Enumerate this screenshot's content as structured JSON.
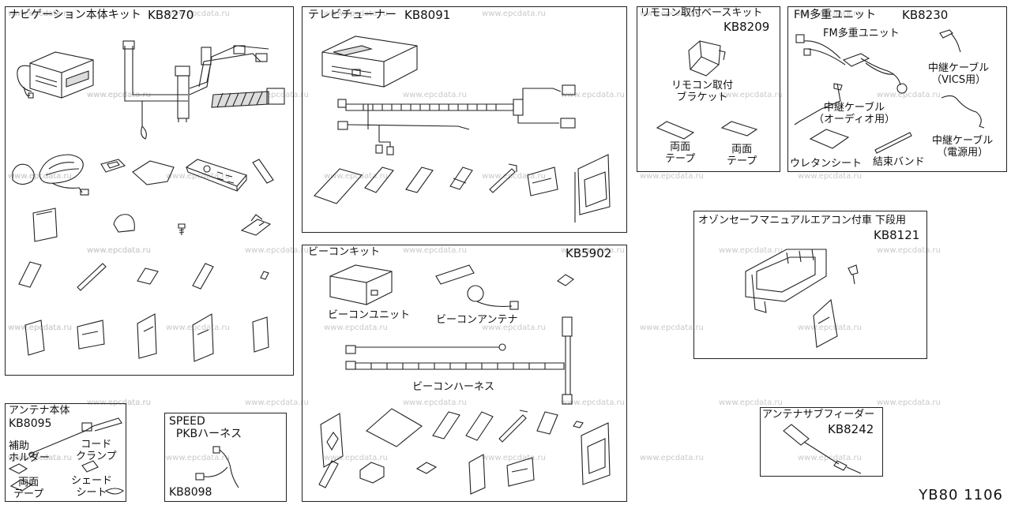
{
  "watermark": "www.epcdata.ru",
  "footer_code": "YB80 1106",
  "kits": [
    {
      "title": "ナビゲーション本体キット",
      "code": "KB8270"
    },
    {
      "title": "テレビチューナー",
      "code": "KB8091"
    },
    {
      "title": "リモコン取付ベースキット",
      "code": "KB8209",
      "labels": {
        "bracket": "リモコン取付\nブラケット",
        "tape1": "両面\nテープ",
        "tape2": "両面\nテープ"
      }
    },
    {
      "title": "FM多重ユニット",
      "code": "KB8230",
      "labels": {
        "unit": "FM多重ユニット",
        "cable_vics": "中継ケーブル\n（VICS用）",
        "cable_audio": "中継ケーブル\n（オーディオ用）",
        "cable_power": "中継ケーブル\n（電源用）",
        "urethane": "ウレタンシート",
        "band": "結束バンド"
      }
    },
    {
      "title": "オゾンセーフマニュアルエアコン付車 下段用",
      "code": "KB8121"
    },
    {
      "title": "ビーコンキット",
      "code": "KB5902",
      "labels": {
        "unit": "ビーコンユニット",
        "antenna": "ビーコンアンテナ",
        "harness": "ビーコンハーネス"
      }
    },
    {
      "title": "アンテナ本体",
      "code": "KB8095",
      "labels": {
        "holder": "補助\nホルダー",
        "clamp": "コード\nクランプ",
        "tape": "両面\nテープ",
        "shade": "シェード\nシート"
      }
    },
    {
      "title": "SPEED\n  PKBハーネス",
      "code": "KB8098"
    },
    {
      "title": "アンテナサブフィーダー",
      "code": "KB8242"
    }
  ]
}
